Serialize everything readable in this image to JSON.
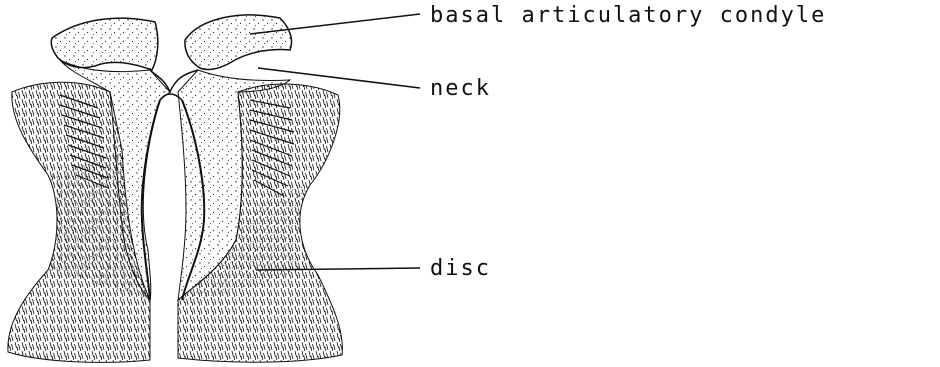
{
  "labels": {
    "condyle": "basal articulatory condyle",
    "neck": "neck",
    "disc": "disc"
  },
  "colors": {
    "ink": "#111111",
    "paper": "#ffffff"
  }
}
